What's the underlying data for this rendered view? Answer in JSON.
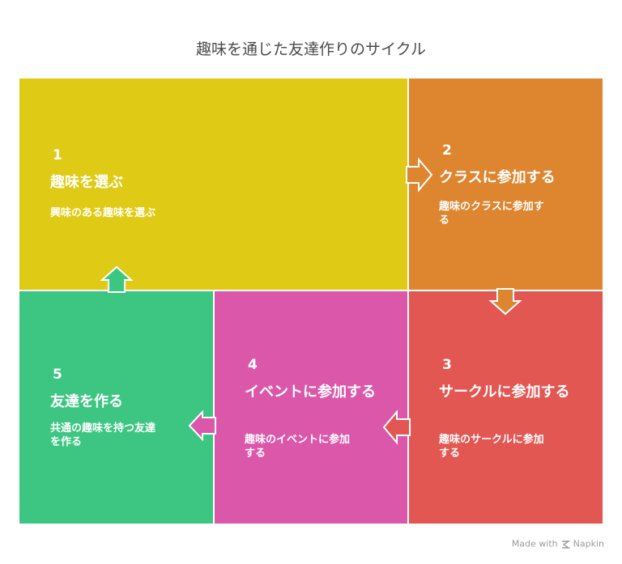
{
  "title": "趣味を通じた友達作りのサイクル",
  "steps": [
    {
      "number": "1",
      "heading": "趣味を選ぶ",
      "description": "興味のある趣味を選ぶ",
      "color": "#DFCB15"
    },
    {
      "number": "2",
      "heading": "クラスに参加する",
      "description": "趣味のクラスに参加す\nる",
      "color": "#DE8530"
    },
    {
      "number": "3",
      "heading": "サークルに参加する",
      "description": "趣味のサークルに参加\nする",
      "color": "#E35753"
    },
    {
      "number": "4",
      "heading": "イベントに参加する",
      "description": "趣味のイベントに参加\nする",
      "color": "#DB57AA"
    },
    {
      "number": "5",
      "heading": "友達を作る",
      "description": "共通の趣味を持つ友達\nを作る",
      "color": "#3DC682"
    }
  ],
  "footer": {
    "made_with": "Made with",
    "brand": "Napkin"
  }
}
